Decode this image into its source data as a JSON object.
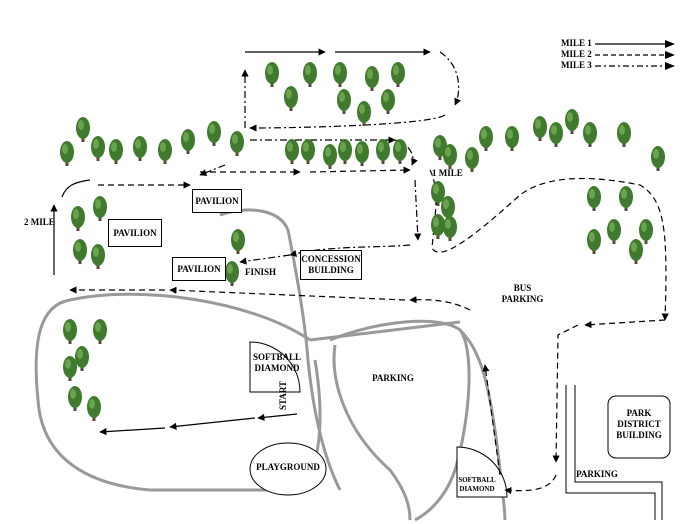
{
  "legend": {
    "mile1": "MILE 1",
    "mile2": "MILE 2",
    "mile3": "MILE 3"
  },
  "markers": {
    "one_mile": "1 MILE",
    "two_mile": "2 MILE",
    "start": "START",
    "finish": "FINISH"
  },
  "buildings": {
    "pavilion_top": "PAVILION",
    "pavilion_left": "PAVILION",
    "pavilion_finish": "PAVILION",
    "concession_line1": "CONCESSION",
    "concession_line2": "BUILDING",
    "park_district_line1": "PARK",
    "park_district_line2": "DISTRICT",
    "park_district_line3": "BUILDING"
  },
  "areas": {
    "bus_parking_line1": "BUS",
    "bus_parking_line2": "PARKING",
    "parking_center": "PARKING",
    "parking_right": "PARKING",
    "playground": "PLAYGROUND",
    "softball_upper_line1": "SOFTBALL",
    "softball_upper_line2": "DIAMOND",
    "softball_lower_line1": "SOFTBALL",
    "softball_lower_line2": "DIAMOND"
  },
  "colors": {
    "path": "#999999",
    "route": "#000000",
    "tree_canopy": "#3f7a2e",
    "tree_trunk": "#5a4a3a"
  }
}
